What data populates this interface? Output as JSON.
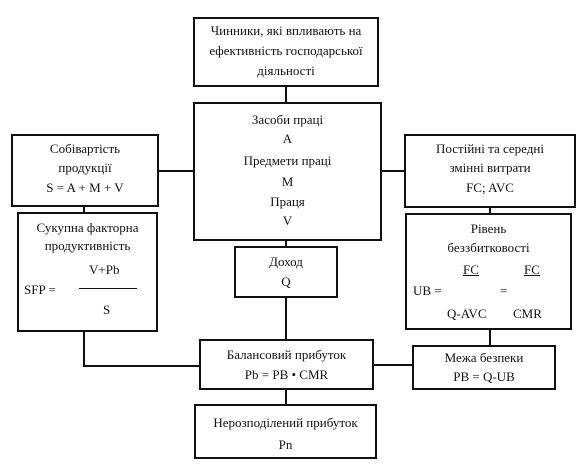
{
  "factors": {
    "line1": "Чинники, які впливають на",
    "line2": "ефективність господарської",
    "line3": "діяльності"
  },
  "means": {
    "title": "Засоби праці",
    "symbol": "A"
  },
  "objects": {
    "title": "Предмети праці",
    "symbol": "M"
  },
  "labor": {
    "title": "Праця",
    "symbol": "V"
  },
  "cost": {
    "line1": "Собівартість",
    "line2": "продукції",
    "formula": "S = A + M + V"
  },
  "fixed": {
    "line1": "Постійні та середні",
    "line2": "змінні витрати",
    "formula": "FC; AVC"
  },
  "sfp": {
    "line1": "Сукупна факторна",
    "line2": "продуктивність",
    "lhs": "SFP =",
    "num": "V+Pb",
    "den": "S"
  },
  "income": {
    "title": "Доход",
    "symbol": "Q"
  },
  "breakeven": {
    "line1": "Рівень",
    "line2": "беззбитковості",
    "lhs": "UB =",
    "num1": "FC",
    "den1": "Q-AVC",
    "eq": "=",
    "num2": "FC",
    "den2": "CMR"
  },
  "balance": {
    "title": "Балансовий прибуток",
    "formula": "Pb = PB • CMR"
  },
  "safety": {
    "title": "Межа безпеки",
    "formula": "PB = Q-UB"
  },
  "retained": {
    "title": "Нерозподілений прибуток",
    "symbol": "Pn"
  }
}
